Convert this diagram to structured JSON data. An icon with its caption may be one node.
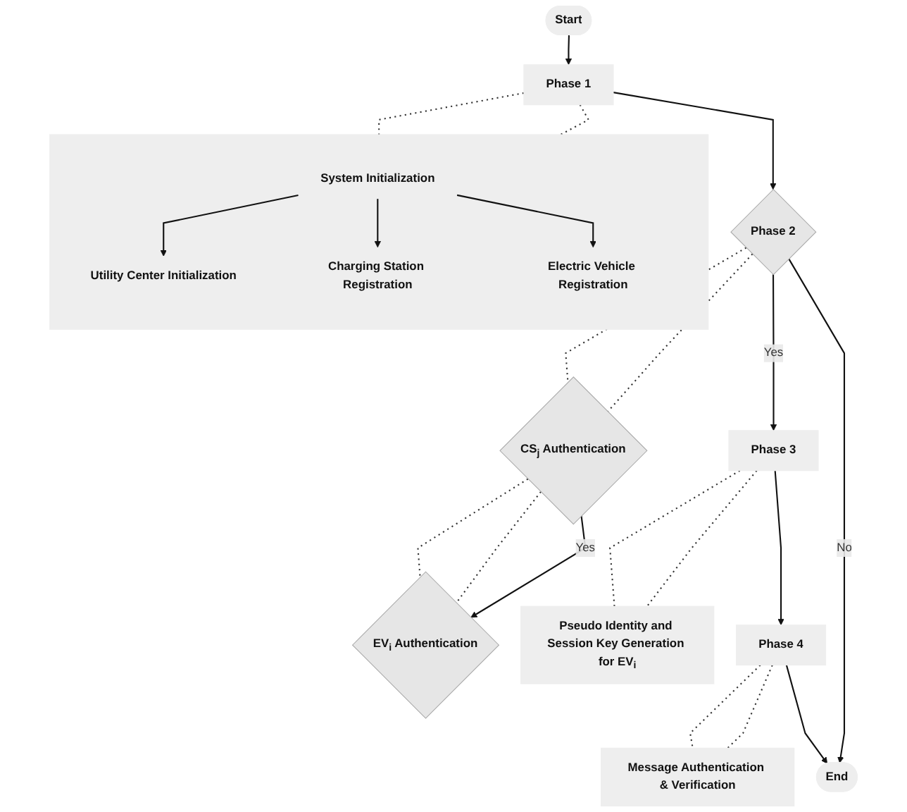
{
  "diagram": {
    "nodes": [
      {
        "text": [
          "Start"
        ]
      },
      {
        "text": [
          "Phase 1"
        ]
      },
      {
        "text": [],
        "shape": "box"
      },
      {
        "text": [
          "System Initialization"
        ],
        "in": 2
      },
      {
        "text": [
          "Utility Center Initialization"
        ],
        "in": 2
      },
      {
        "text": [
          "Charging Station Registration"
        ],
        "in": 2
      },
      {
        "text": [
          "Electric Vehicle Registration"
        ],
        "in": 2
      },
      {
        "text": [
          "Phase 2"
        ]
      },
      {
        "text": [
          "CS$_{j}$ Authentication"
        ]
      },
      {
        "text": [
          "EV$_{i}$ Authentication"
        ]
      },
      {
        "text": [
          "Phase 3"
        ]
      },
      {
        "text": [
          "Pseudo Identity and Session Key Generation for EV$_{i}$"
        ]
      },
      {
        "text": [
          "Phase 4"
        ]
      },
      {
        "text": [
          "Message Authentication & Verification"
        ]
      },
      {
        "text": [
          "End"
        ]
      }
    ],
    "edges": [
      {
        "from": 0,
        "to": 1,
        "arrow": "to"
      },
      {
        "from": 1,
        "to": 2,
        "arrow": "none",
        "style": "dashed"
      },
      {
        "from": 1,
        "to": 2,
        "arrow": "none",
        "style": "dashed"
      },
      {
        "from": 3,
        "to": 4,
        "arrow": "to"
      },
      {
        "from": 3,
        "to": 5,
        "arrow": "to"
      },
      {
        "from": 3,
        "to": 6,
        "arrow": "to"
      },
      {
        "from": 1,
        "to": 7,
        "arrow": "to"
      },
      {
        "from": 7,
        "to": 8,
        "arrow": "none",
        "style": "dashed"
      },
      {
        "from": 7,
        "to": 8,
        "arrow": "none",
        "style": "dashed"
      },
      {
        "from": 8,
        "to": 9,
        "arrow": "to",
        "label": "Yes"
      },
      {
        "from": 8,
        "to": 9,
        "arrow": "none",
        "style": "dashed"
      },
      {
        "from": 8,
        "to": 9,
        "arrow": "none",
        "style": "dashed"
      },
      {
        "from": 7,
        "to": 14,
        "arrow": "to",
        "label": "No"
      },
      {
        "from": 7,
        "to": 10,
        "arrow": "to",
        "label": "Yes"
      },
      {
        "from": 10,
        "to": 11,
        "arrow": "none",
        "style": "dashed"
      },
      {
        "from": 10,
        "to": 11,
        "arrow": "none",
        "style": "dashed"
      },
      {
        "from": 10,
        "to": 12,
        "arrow": "to"
      },
      {
        "from": 12,
        "to": 13,
        "arrow": "none",
        "style": "dashed"
      },
      {
        "from": 12,
        "to": 13,
        "arrow": "none",
        "style": "dashed"
      },
      {
        "from": 12,
        "to": 14,
        "arrow": "to"
      }
    ]
  }
}
